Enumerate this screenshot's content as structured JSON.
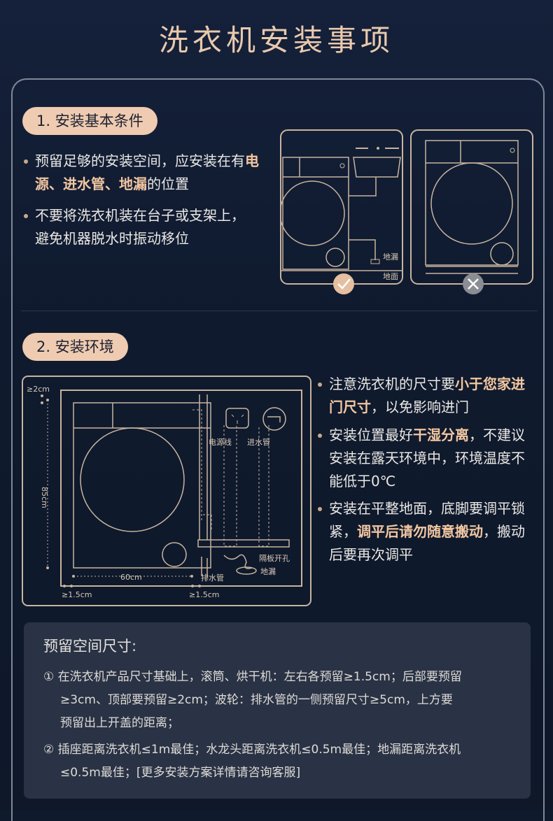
{
  "page_title": "洗衣机安装事项",
  "section1": {
    "label": "1. 安装基本条件",
    "bullet1_prefix": "预留足够的安装空间，应安装在有",
    "bullet1_highlight": "电源、进水管、地漏",
    "bullet1_suffix": "的位置",
    "bullet2_line1": "不要将洗衣机装在台子或支架上，",
    "bullet2_line2": "避免机器脱水时振动移位",
    "diagram": {
      "floor_drain": "地漏",
      "floor": "地面"
    }
  },
  "section2": {
    "label": "2. 安装环境",
    "diagram": {
      "gap_top": "≥2cm",
      "height": "85cm",
      "width": "60cm",
      "gap_side_left": "≥1.5cm",
      "gap_side_right": "≥1.5cm",
      "power_cord": "电源线",
      "inlet_pipe": "进水管",
      "drain_pipe": "排水管",
      "partition_hole": "隔板开孔",
      "floor_drain": "地漏"
    },
    "bullet1_prefix": "注意洗衣机的尺寸要",
    "bullet1_highlight": "小于您家进门尺寸",
    "bullet1_suffix": "，以免影响进门",
    "bullet2_prefix": "安装位置最好",
    "bullet2_highlight": "干湿分离",
    "bullet2_suffix": "，不建议安装在露天环境中，环境温度不能低于0℃",
    "bullet3_prefix": "安装在平整地面，底脚要调平锁紧，",
    "bullet3_highlight": "调平后请勿随意搬动",
    "bullet3_suffix": "，搬动后要再次调平"
  },
  "notes": {
    "title": "预留空间尺寸:",
    "item1_line1": "① 在洗衣机产品尺寸基础上，滚筒、烘干机：左右各预留≥1.5cm；后部要预留",
    "item1_line2": "≥3cm、顶部要预留≥2cm；波轮：排水管的一侧预留尺寸≥5cm，上方要",
    "item1_line3": "预留出上开盖的距离；",
    "item2_line1": "② 插座距离洗衣机≤1m最佳；水龙头距离洗衣机≤0.5m最佳；地漏距离洗衣机",
    "item2_line2": "≤0.5m最佳；[更多安装方案详情请咨询客服]"
  },
  "colors": {
    "accent": "#efcbb1",
    "highlight": "#f2c6a1",
    "line": "#c8b49e",
    "ok": "#e5bf9f",
    "bad": "#8a8d92"
  }
}
